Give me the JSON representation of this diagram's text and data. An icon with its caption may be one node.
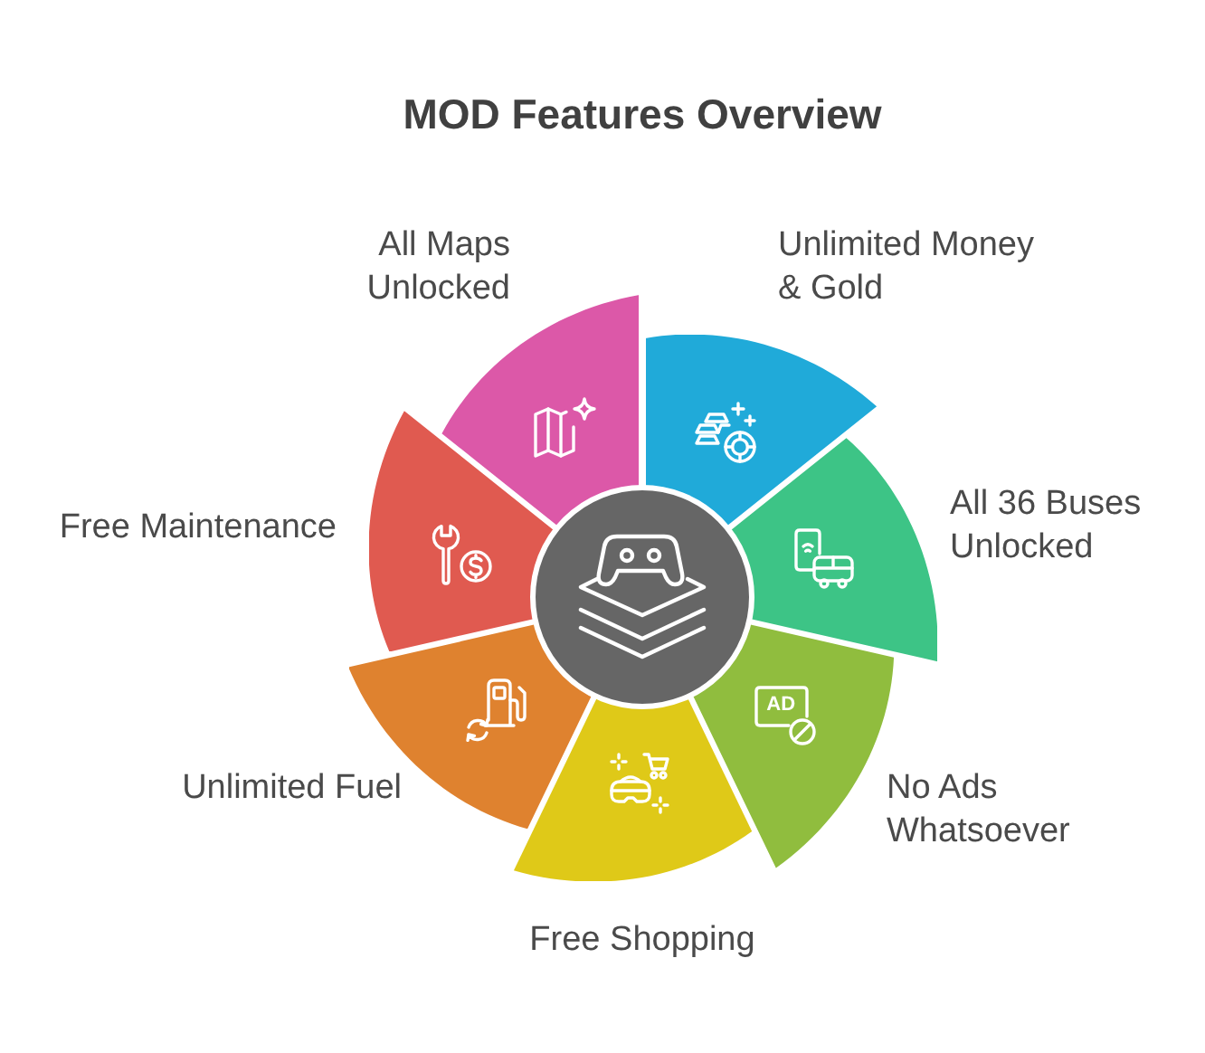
{
  "diagram": {
    "title": "MOD Features Overview",
    "nodes": [
      {
        "text": [],
        "shape": "circle"
      },
      {
        "text": [
          "All Maps Unlocked"
        ]
      },
      {
        "text": [
          "Unlimited Money & Gold"
        ]
      },
      {
        "text": [
          "All 36 Buses Unlocked"
        ]
      },
      {
        "text": [
          "No Ads Whatsoever"
        ]
      },
      {
        "text": [
          "Free Shopping"
        ]
      },
      {
        "text": [
          "Unlimited Fuel"
        ]
      },
      {
        "text": [
          "Free Maintenance"
        ]
      }
    ],
    "labels": [
      "AD"
    ]
  }
}
